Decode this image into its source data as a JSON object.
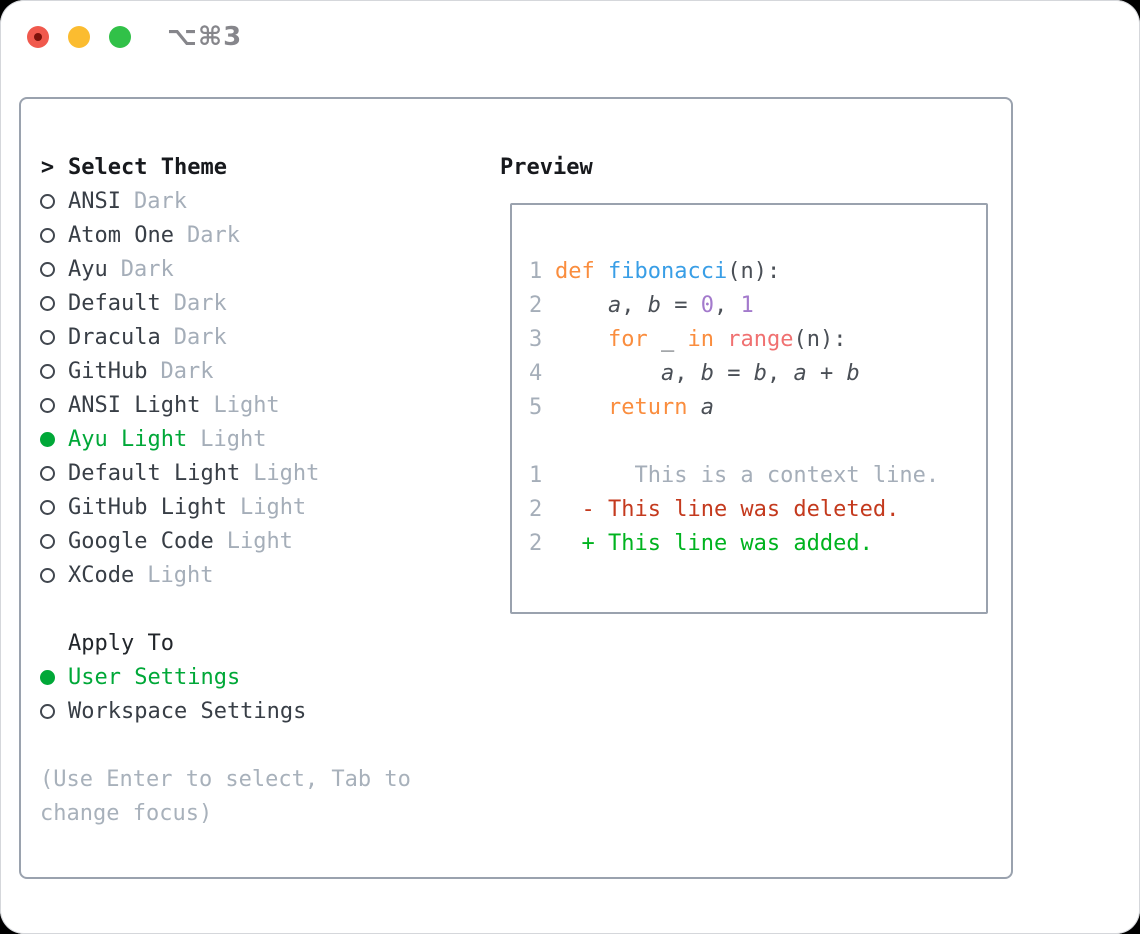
{
  "window": {
    "title": "⌥⌘3",
    "traffic_lights": [
      "close",
      "minimize",
      "zoom"
    ]
  },
  "colors": {
    "ui_green": "#00a838",
    "text_dark": "#383e46",
    "text_muted": "#a5aeb9",
    "box_border": "#9aa2ae",
    "keyword_orange": "#fa8d3e",
    "function_blue": "#399ee6",
    "range_coral": "#f07171",
    "number_purple": "#a37acc",
    "diff_red": "#c43a1e",
    "diff_green": "#00b31f",
    "traffic_red": "#f0594d",
    "traffic_yellow": "#fbbc30",
    "traffic_green": "#31c148"
  },
  "picker": {
    "prompt": ">",
    "title": "Select Theme",
    "themes": [
      {
        "name": "ANSI",
        "variant": "Dark",
        "selected": false
      },
      {
        "name": "Atom One",
        "variant": "Dark",
        "selected": false
      },
      {
        "name": "Ayu",
        "variant": "Dark",
        "selected": false
      },
      {
        "name": "Default",
        "variant": "Dark",
        "selected": false
      },
      {
        "name": "Dracula",
        "variant": "Dark",
        "selected": false
      },
      {
        "name": "GitHub",
        "variant": "Dark",
        "selected": false
      },
      {
        "name": "ANSI Light",
        "variant": "Light",
        "selected": false
      },
      {
        "name": "Ayu Light",
        "variant": "Light",
        "selected": true
      },
      {
        "name": "Default Light",
        "variant": "Light",
        "selected": false
      },
      {
        "name": "GitHub Light",
        "variant": "Light",
        "selected": false
      },
      {
        "name": "Google Code",
        "variant": "Light",
        "selected": false
      },
      {
        "name": "XCode",
        "variant": "Light",
        "selected": false
      }
    ],
    "apply_to": {
      "title": "Apply To",
      "options": [
        {
          "label": "User Settings",
          "selected": true
        },
        {
          "label": "Workspace Settings",
          "selected": false
        }
      ]
    },
    "hint": [
      "(Use Enter to select, Tab to",
      "change focus)"
    ]
  },
  "preview": {
    "title": "Preview",
    "lines": [
      {
        "num": "1",
        "tokens": [
          [
            "kw",
            "def"
          ],
          [
            "txt",
            " "
          ],
          [
            "fn",
            "fibonacci"
          ],
          [
            "txt",
            "(n):"
          ]
        ]
      },
      {
        "num": "2",
        "tokens": [
          [
            "txt",
            "    "
          ],
          [
            "var",
            "a"
          ],
          [
            "txt",
            ", "
          ],
          [
            "var",
            "b"
          ],
          [
            "txt",
            " = "
          ],
          [
            "num",
            "0"
          ],
          [
            "txt",
            ", "
          ],
          [
            "num",
            "1"
          ]
        ]
      },
      {
        "num": "3",
        "tokens": [
          [
            "txt",
            "    "
          ],
          [
            "kw",
            "for"
          ],
          [
            "txt",
            " _ "
          ],
          [
            "kw",
            "in"
          ],
          [
            "txt",
            " "
          ],
          [
            "rng",
            "range"
          ],
          [
            "txt",
            "(n):"
          ]
        ]
      },
      {
        "num": "4",
        "tokens": [
          [
            "txt",
            "        "
          ],
          [
            "var",
            "a"
          ],
          [
            "txt",
            ", "
          ],
          [
            "var",
            "b"
          ],
          [
            "txt",
            " = "
          ],
          [
            "var",
            "b"
          ],
          [
            "txt",
            ", "
          ],
          [
            "var",
            "a"
          ],
          [
            "txt",
            " + "
          ],
          [
            "var",
            "b"
          ]
        ]
      },
      {
        "num": "5",
        "tokens": [
          [
            "txt",
            "    "
          ],
          [
            "kw",
            "return"
          ],
          [
            "txt",
            " "
          ],
          [
            "var",
            "a"
          ]
        ]
      },
      {
        "num": "",
        "tokens": []
      },
      {
        "num": "1",
        "tokens": [
          [
            "ctx",
            "      This is a context line."
          ]
        ]
      },
      {
        "num": "2",
        "tokens": [
          [
            "del",
            "  - This line was deleted."
          ]
        ]
      },
      {
        "num": "2",
        "tokens": [
          [
            "add",
            "  + This line was added."
          ]
        ]
      }
    ]
  }
}
